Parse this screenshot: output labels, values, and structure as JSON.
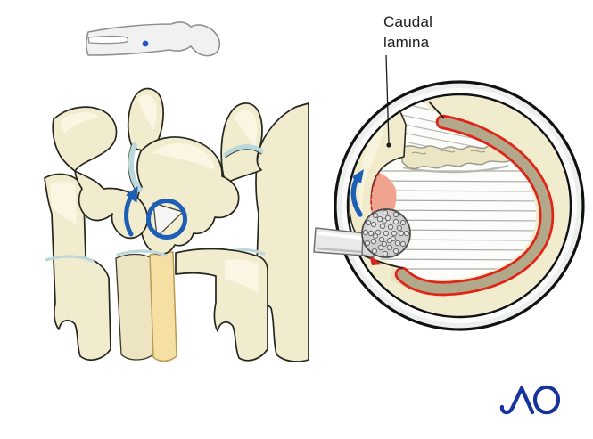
{
  "annotation": {
    "label_text": "Caudal\nlamina"
  },
  "branding": {
    "logo_text": "AO",
    "logo_color": "#16339E"
  },
  "icons": {
    "patient_icon": "patient-position-icon",
    "site_marker": "surgical-site-dot",
    "rotation_arrow": "burr-rotation-arrow-icon",
    "direction_arrow": "resection-direction-arrow-icon",
    "tool": "diamond-burr-tool"
  },
  "palette": {
    "bone_cream": "#F2ECCE",
    "bone_shade": "#E5DCB6",
    "bone_light": "#FAF6E3",
    "cartilage_blue": "#BCD8DB",
    "disc_yellow": "#F6DFA2",
    "resection_red": "#E02418",
    "resection_zone": "#F0A490",
    "arrow_blue": "#1D5EB6",
    "tool_gray": "#D2D2D2",
    "marker_blue": "#2257C4"
  }
}
